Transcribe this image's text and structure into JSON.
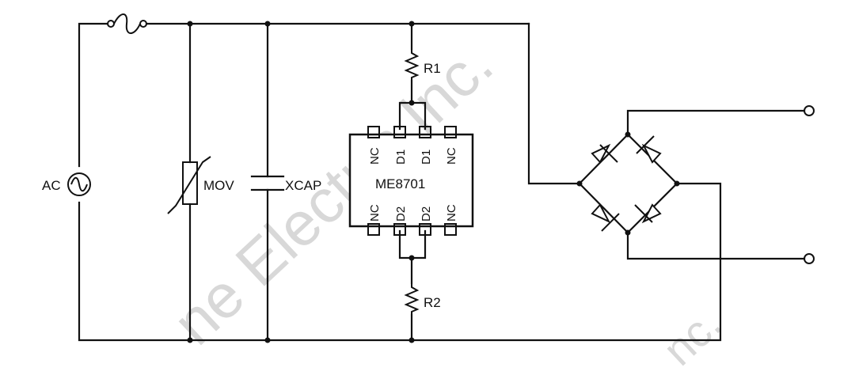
{
  "labels": {
    "ac": "AC",
    "mov": "MOV",
    "xcap": "XCAP",
    "r1": "R1",
    "r2": "R2",
    "ic": "ME8701"
  },
  "pins": {
    "top": [
      "NC",
      "D1",
      "D1",
      "NC"
    ],
    "bottom": [
      "NC",
      "D2",
      "D2",
      "NC"
    ]
  },
  "watermark": {
    "text_main": "ne Electr   s Inc.",
    "text_corner": "nc."
  },
  "colors": {
    "wire": "#111111",
    "background": "#ffffff",
    "watermark": "#d8d8d8"
  }
}
